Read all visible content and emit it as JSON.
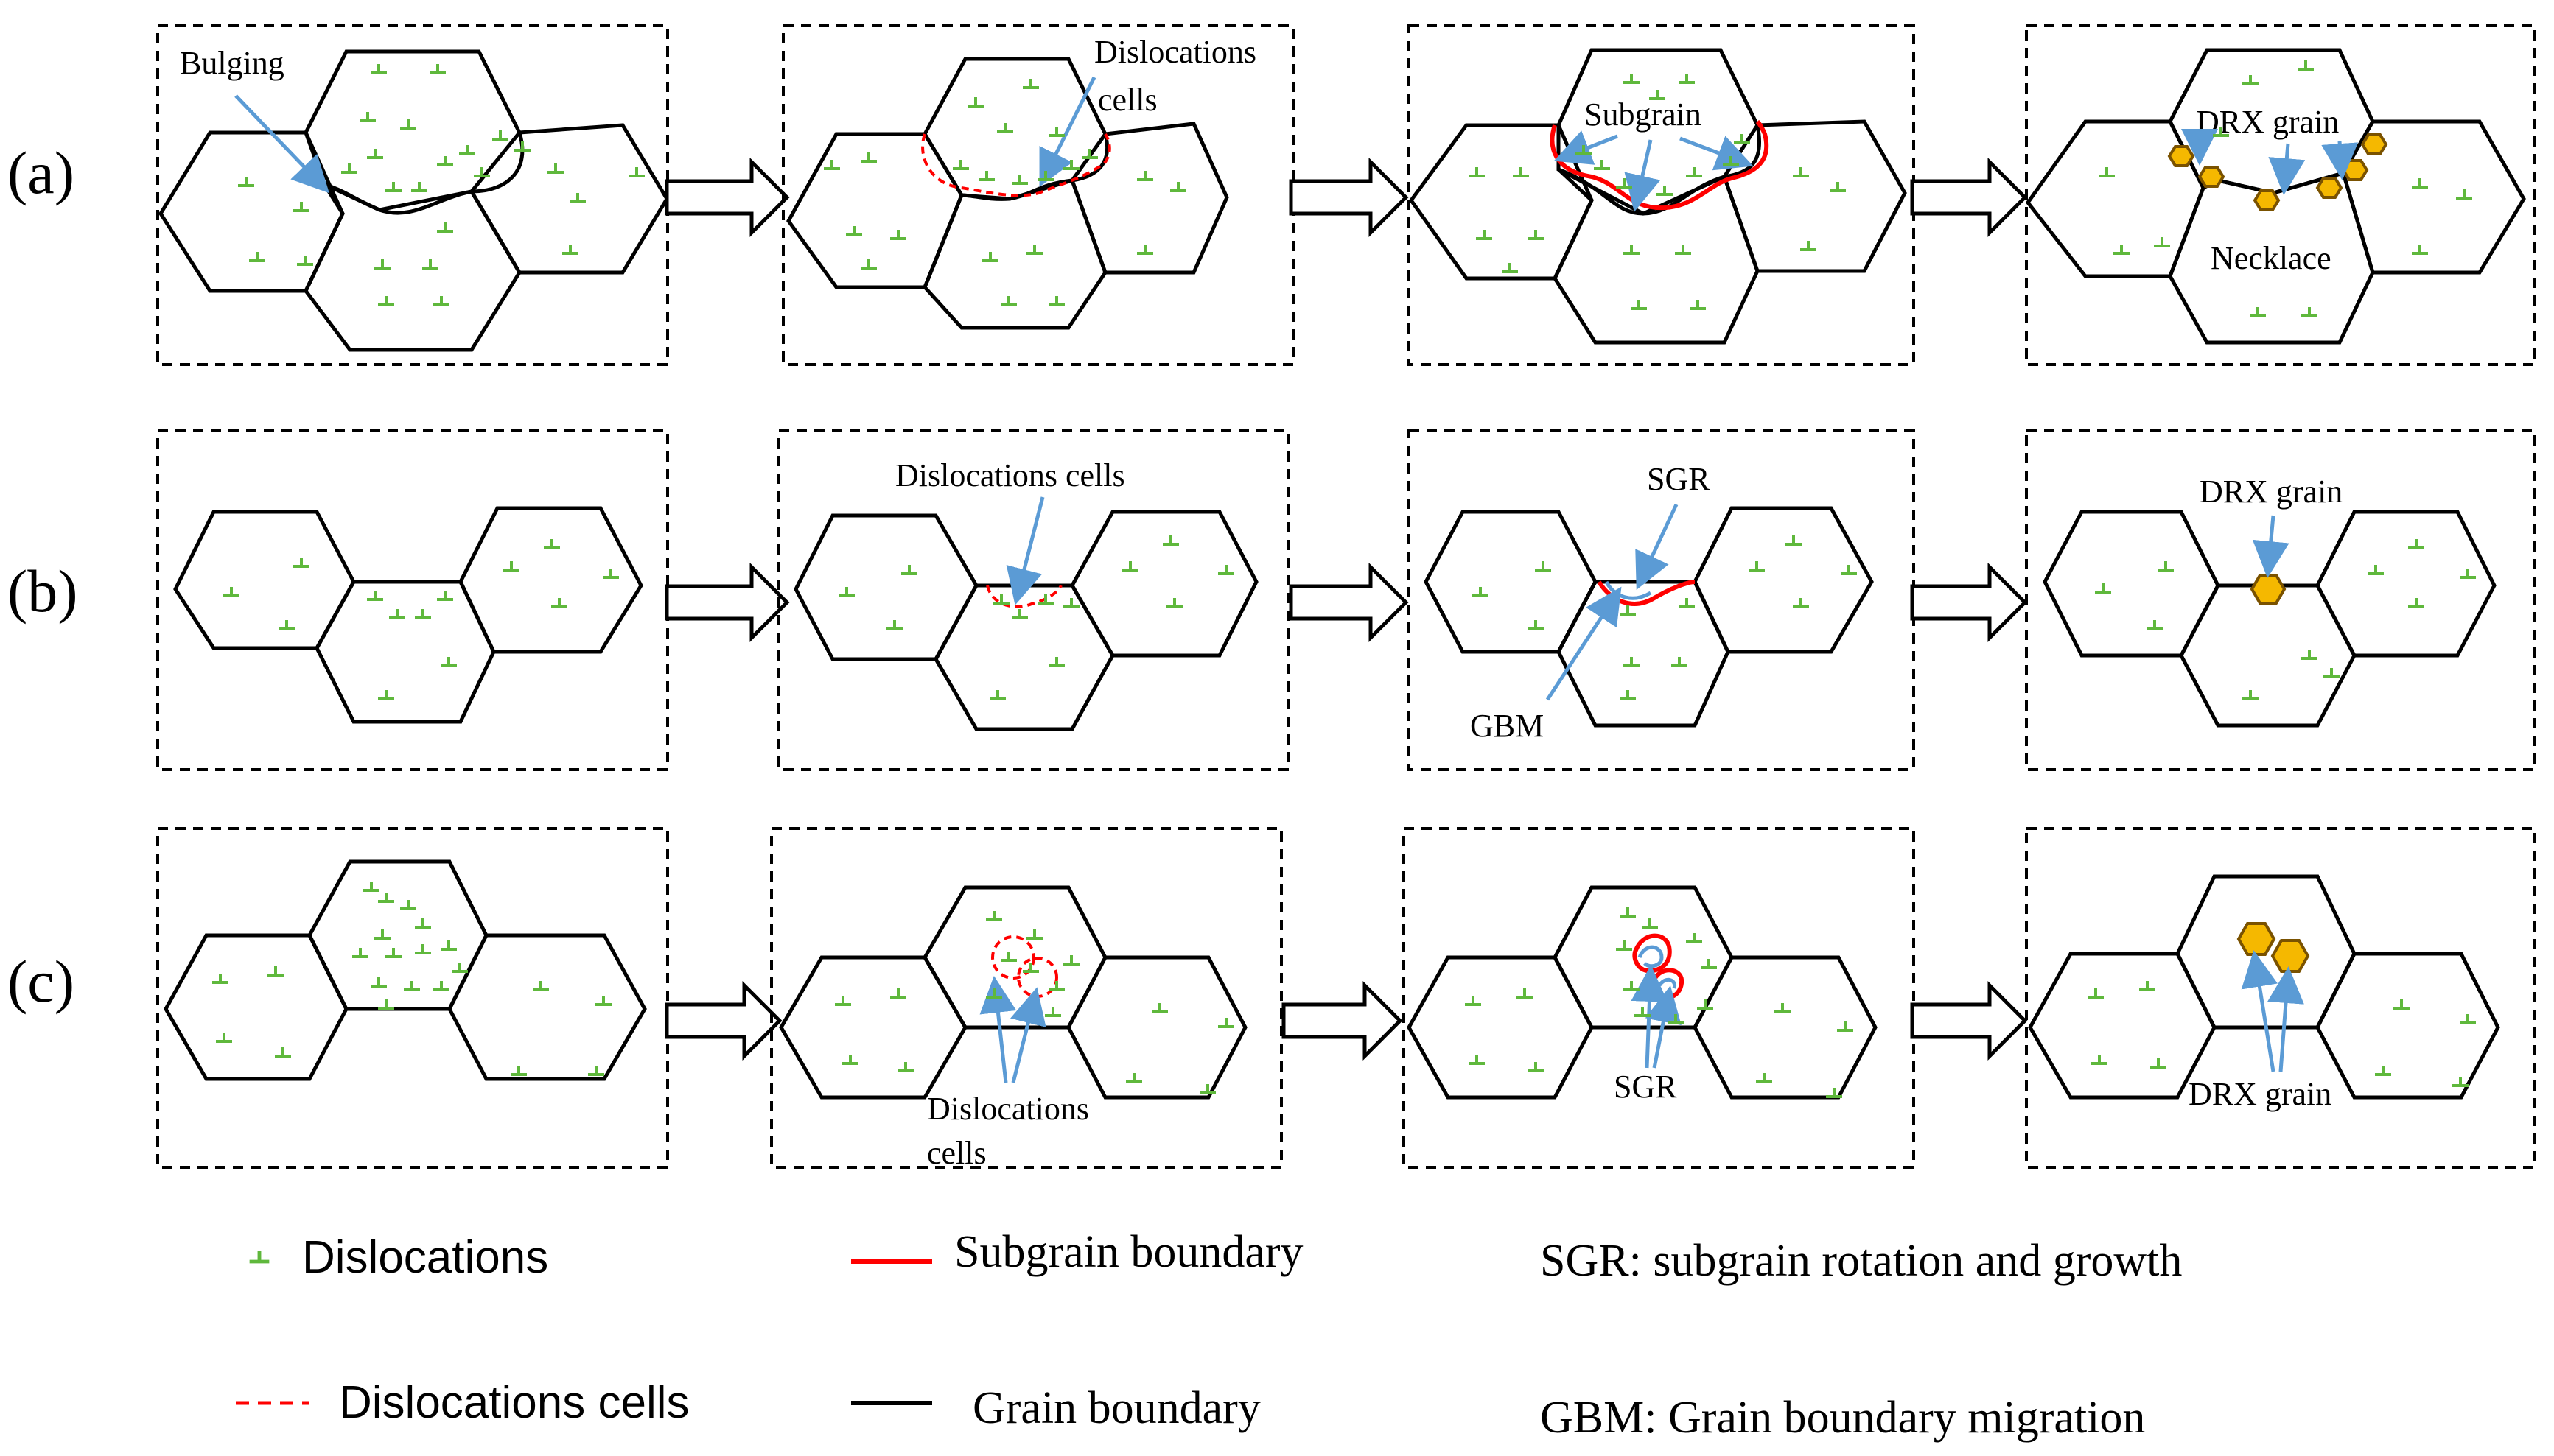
{
  "rows": [
    {
      "label": "(a)",
      "annotations": {
        "bulging": "Bulging",
        "dislocation_cells_1": "Dislocations",
        "dislocation_cells_2": "cells",
        "subgrain": "Subgrain",
        "drx_grain": "DRX grain",
        "necklace": "Necklace"
      }
    },
    {
      "label": "(b)",
      "annotations": {
        "dislocation_cells": "Dislocations cells",
        "sgr": "SGR",
        "gbm": "GBM",
        "drx_grain": "DRX grain"
      }
    },
    {
      "label": "(c)",
      "annotations": {
        "dislocation_cells_1": "Dislocations",
        "dislocation_cells_2": "cells",
        "sgr": "SGR",
        "drx_grain": "DRX grain"
      }
    }
  ],
  "legend": {
    "dislocations": "Dislocations",
    "dislocation_cells": "Dislocations cells",
    "subgrain_boundary": "Subgrain boundary",
    "grain_boundary": "Grain boundary",
    "sgr": "SGR: subgrain rotation and growth",
    "gbm": "GBM: Grain boundary migration"
  },
  "colors": {
    "dislocation": "#5fb83c",
    "subgrain_boundary": "#ff0000",
    "grain_boundary": "#000000",
    "arrow_annotation": "#5b9bd5",
    "drx_grain_fill": "#f5b800",
    "drx_grain_stroke": "#7a5200"
  }
}
